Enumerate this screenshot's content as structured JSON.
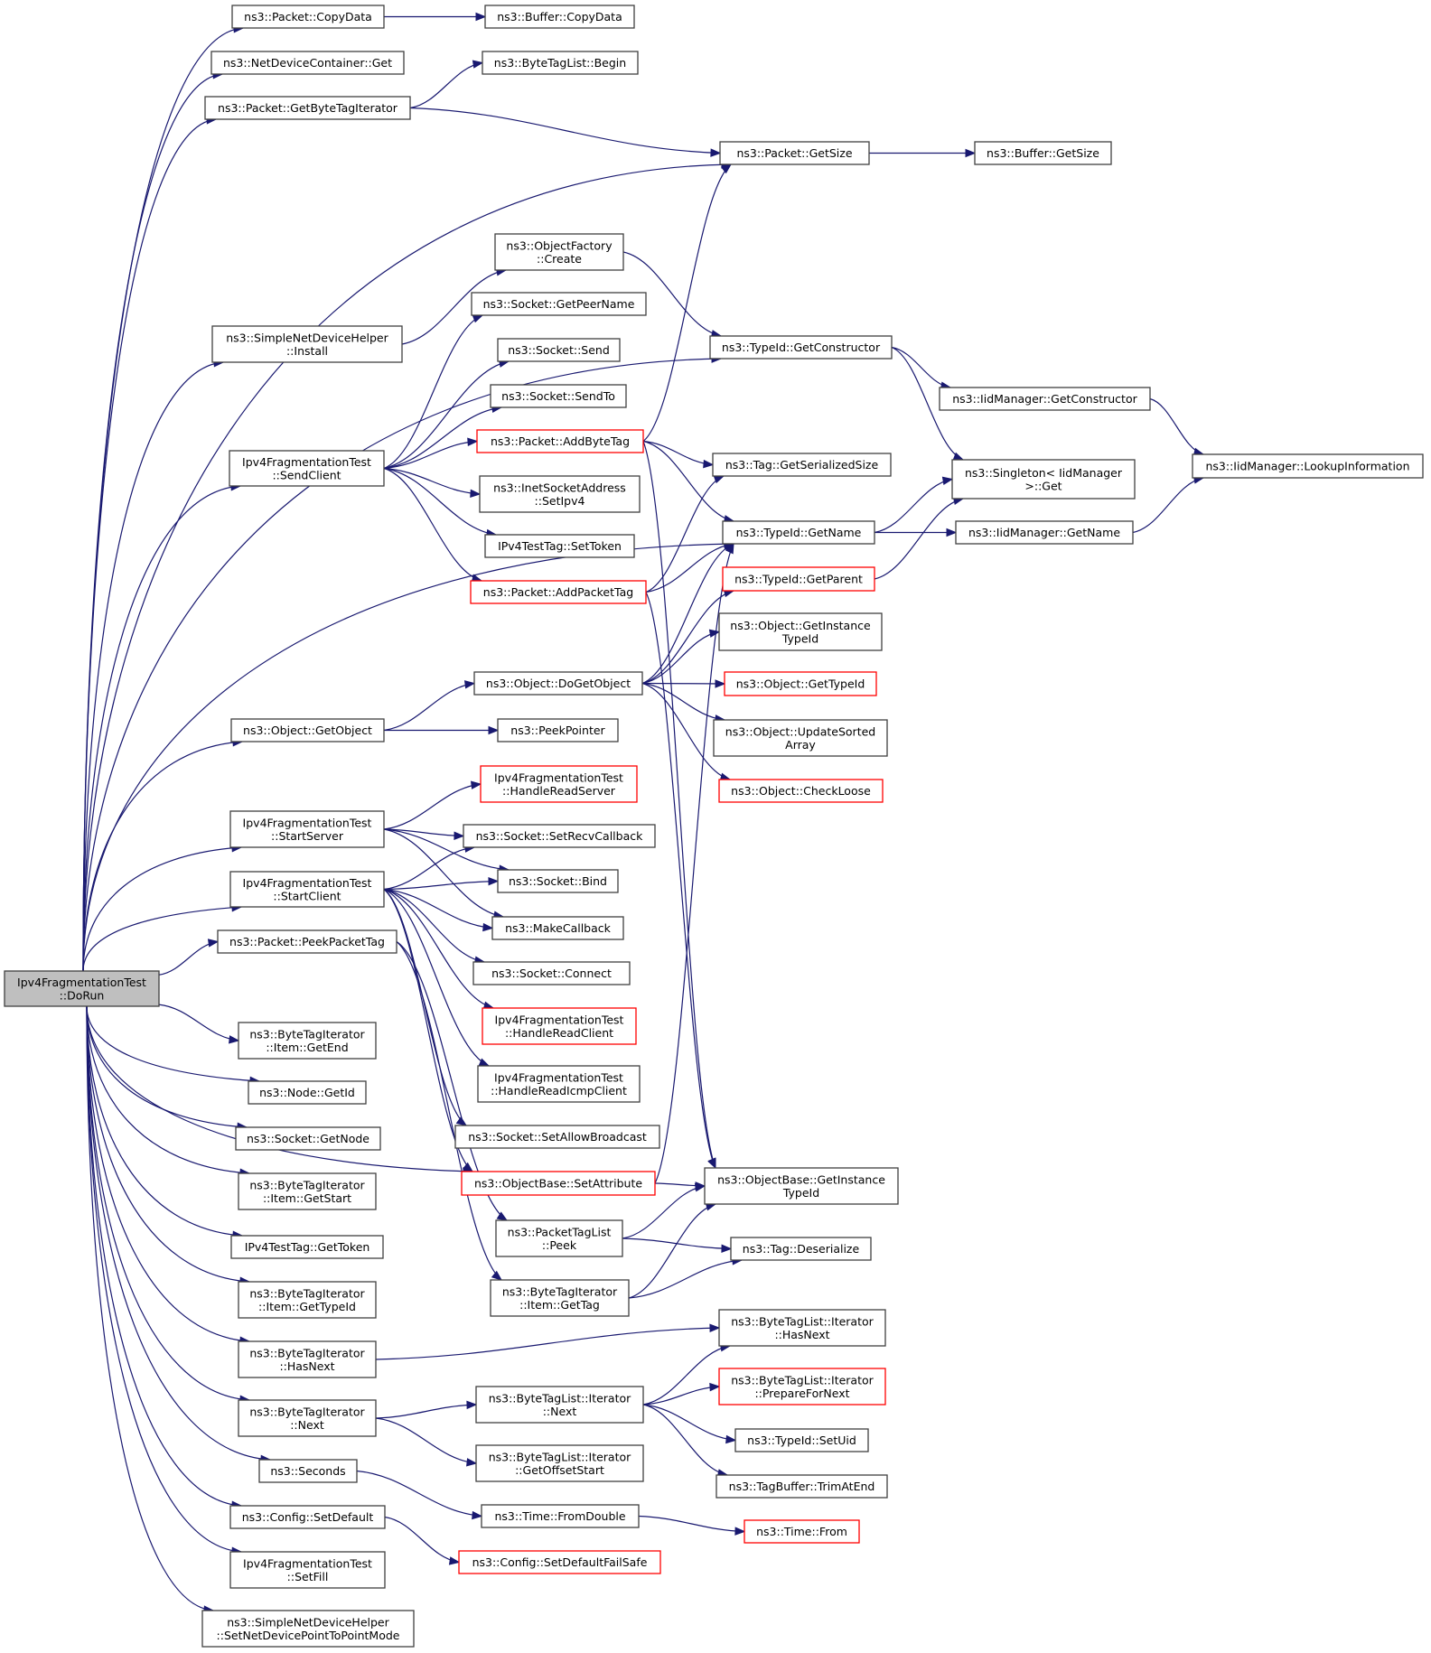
{
  "title": "Call graph: Ipv4FragmentationTest::DoRun",
  "colors": {
    "edge": "#191970",
    "root_fill": "#bfbfbf",
    "missing_doc_border": "#ff0000",
    "border": "#404040"
  },
  "nodes": [
    {
      "id": "dorun",
      "lines": [
        "Ipv4FragmentationTest",
        "::DoRun"
      ],
      "root": true
    },
    {
      "id": "pkt_copydata",
      "lines": [
        "ns3::Packet::CopyData"
      ]
    },
    {
      "id": "ndc_get",
      "lines": [
        "ns3::NetDeviceContainer::Get"
      ]
    },
    {
      "id": "pkt_getbytetagiter",
      "lines": [
        "ns3::Packet::GetByteTagIterator"
      ]
    },
    {
      "id": "buf_copydata",
      "lines": [
        "ns3::Buffer::CopyData"
      ]
    },
    {
      "id": "btl_begin",
      "lines": [
        "ns3::ByteTagList::Begin"
      ]
    },
    {
      "id": "pkt_getsize",
      "lines": [
        "ns3::Packet::GetSize"
      ]
    },
    {
      "id": "buf_getsize",
      "lines": [
        "ns3::Buffer::GetSize"
      ]
    },
    {
      "id": "objfactory_create",
      "lines": [
        "ns3::ObjectFactory",
        "::Create"
      ]
    },
    {
      "id": "sndh_install",
      "lines": [
        "ns3::SimpleNetDeviceHelper",
        "::Install"
      ]
    },
    {
      "id": "sock_getpeername",
      "lines": [
        "ns3::Socket::GetPeerName"
      ]
    },
    {
      "id": "sock_send",
      "lines": [
        "ns3::Socket::Send"
      ]
    },
    {
      "id": "sock_sendto",
      "lines": [
        "ns3::Socket::SendTo"
      ]
    },
    {
      "id": "pkt_addbytetag",
      "lines": [
        "ns3::Packet::AddByteTag"
      ],
      "red": true
    },
    {
      "id": "typeid_getconstructor",
      "lines": [
        "ns3::TypeId::GetConstructor"
      ]
    },
    {
      "id": "iid_getconstructor",
      "lines": [
        "ns3::IidManager::GetConstructor"
      ]
    },
    {
      "id": "iid_lookupinfo",
      "lines": [
        "ns3::IidManager::LookupInformation"
      ]
    },
    {
      "id": "singleton_get",
      "lines": [
        "ns3::Singleton< IidManager",
        ">::Get"
      ]
    },
    {
      "id": "tag_getserializedsize",
      "lines": [
        "ns3::Tag::GetSerializedSize"
      ]
    },
    {
      "id": "sendclient",
      "lines": [
        "Ipv4FragmentationTest",
        "::SendClient"
      ]
    },
    {
      "id": "inetsock_setipv4",
      "lines": [
        "ns3::InetSocketAddress",
        "::SetIpv4"
      ]
    },
    {
      "id": "typeid_getname",
      "lines": [
        "ns3::TypeId::GetName"
      ]
    },
    {
      "id": "iid_getname",
      "lines": [
        "ns3::IidManager::GetName"
      ]
    },
    {
      "id": "testtag_settoken",
      "lines": [
        "IPv4TestTag::SetToken"
      ]
    },
    {
      "id": "pkt_addpackettag",
      "lines": [
        "ns3::Packet::AddPacketTag"
      ],
      "red": true
    },
    {
      "id": "typeid_getparent",
      "lines": [
        "ns3::TypeId::GetParent"
      ],
      "red": true
    },
    {
      "id": "obj_getinstancetypeid",
      "lines": [
        "ns3::Object::GetInstance",
        "TypeId"
      ]
    },
    {
      "id": "obj_dogetobject",
      "lines": [
        "ns3::Object::DoGetObject"
      ]
    },
    {
      "id": "obj_gettypeid",
      "lines": [
        "ns3::Object::GetTypeId"
      ],
      "red": true
    },
    {
      "id": "obj_getobject",
      "lines": [
        "ns3::Object::GetObject"
      ]
    },
    {
      "id": "peekpointer",
      "lines": [
        "ns3::PeekPointer"
      ]
    },
    {
      "id": "obj_updatesortedarray",
      "lines": [
        "ns3::Object::UpdateSorted",
        "Array"
      ]
    },
    {
      "id": "handlereadserver",
      "lines": [
        "Ipv4FragmentationTest",
        "::HandleReadServer"
      ],
      "red": true
    },
    {
      "id": "obj_checkloose",
      "lines": [
        "ns3::Object::CheckLoose"
      ],
      "red": true
    },
    {
      "id": "startserver",
      "lines": [
        "Ipv4FragmentationTest",
        "::StartServer"
      ]
    },
    {
      "id": "sock_setrecvcallback",
      "lines": [
        "ns3::Socket::SetRecvCallback"
      ]
    },
    {
      "id": "startclient",
      "lines": [
        "Ipv4FragmentationTest",
        "::StartClient"
      ]
    },
    {
      "id": "sock_bind",
      "lines": [
        "ns3::Socket::Bind"
      ]
    },
    {
      "id": "makecallback",
      "lines": [
        "ns3::MakeCallback"
      ]
    },
    {
      "id": "pkt_peekpackettag",
      "lines": [
        "ns3::Packet::PeekPacketTag"
      ]
    },
    {
      "id": "sock_connect",
      "lines": [
        "ns3::Socket::Connect"
      ]
    },
    {
      "id": "handlereadclient",
      "lines": [
        "Ipv4FragmentationTest",
        "::HandleReadClient"
      ],
      "red": true
    },
    {
      "id": "bti_item_getend",
      "lines": [
        "ns3::ByteTagIterator",
        "::Item::GetEnd"
      ]
    },
    {
      "id": "handlereadicmpclient",
      "lines": [
        "Ipv4FragmentationTest",
        "::HandleReadIcmpClient"
      ]
    },
    {
      "id": "node_getid",
      "lines": [
        "ns3::Node::GetId"
      ]
    },
    {
      "id": "sock_setallowbroadcast",
      "lines": [
        "ns3::Socket::SetAllowBroadcast"
      ]
    },
    {
      "id": "sock_getnode",
      "lines": [
        "ns3::Socket::GetNode"
      ]
    },
    {
      "id": "objbase_setattribute",
      "lines": [
        "ns3::ObjectBase::SetAttribute"
      ],
      "red": true
    },
    {
      "id": "objbase_getinstancetypeid",
      "lines": [
        "ns3::ObjectBase::GetInstance",
        "TypeId"
      ]
    },
    {
      "id": "bti_item_getstart",
      "lines": [
        "ns3::ByteTagIterator",
        "::Item::GetStart"
      ]
    },
    {
      "id": "ptl_peek",
      "lines": [
        "ns3::PacketTagList",
        "::Peek"
      ]
    },
    {
      "id": "tag_deserialize",
      "lines": [
        "ns3::Tag::Deserialize"
      ]
    },
    {
      "id": "testtag_gettoken",
      "lines": [
        "IPv4TestTag::GetToken"
      ]
    },
    {
      "id": "bti_item_gettag",
      "lines": [
        "ns3::ByteTagIterator",
        "::Item::GetTag"
      ]
    },
    {
      "id": "bti_item_gettypeid",
      "lines": [
        "ns3::ByteTagIterator",
        "::Item::GetTypeId"
      ]
    },
    {
      "id": "btl_iter_hasnext",
      "lines": [
        "ns3::ByteTagList::Iterator",
        "::HasNext"
      ]
    },
    {
      "id": "bti_hasnext",
      "lines": [
        "ns3::ByteTagIterator",
        "::HasNext"
      ]
    },
    {
      "id": "btl_iter_preparefornext",
      "lines": [
        "ns3::ByteTagList::Iterator",
        "::PrepareForNext"
      ],
      "red": true
    },
    {
      "id": "btl_iter_next",
      "lines": [
        "ns3::ByteTagList::Iterator",
        "::Next"
      ]
    },
    {
      "id": "bti_next",
      "lines": [
        "ns3::ByteTagIterator",
        "::Next"
      ]
    },
    {
      "id": "typeid_setuid",
      "lines": [
        "ns3::TypeId::SetUid"
      ]
    },
    {
      "id": "btl_iter_getoffsetstart",
      "lines": [
        "ns3::ByteTagList::Iterator",
        "::GetOffsetStart"
      ]
    },
    {
      "id": "seconds",
      "lines": [
        "ns3::Seconds"
      ]
    },
    {
      "id": "tagbuffer_trimatend",
      "lines": [
        "ns3::TagBuffer::TrimAtEnd"
      ]
    },
    {
      "id": "time_fromdouble",
      "lines": [
        "ns3::Time::FromDouble"
      ]
    },
    {
      "id": "config_setdefault",
      "lines": [
        "ns3::Config::SetDefault"
      ]
    },
    {
      "id": "time_from",
      "lines": [
        "ns3::Time::From"
      ],
      "red": true
    },
    {
      "id": "config_setdefaultfailsafe",
      "lines": [
        "ns3::Config::SetDefaultFailSafe"
      ],
      "red": true
    },
    {
      "id": "setfill",
      "lines": [
        "Ipv4FragmentationTest",
        "::SetFill"
      ]
    },
    {
      "id": "sndh_setp2p",
      "lines": [
        "ns3::SimpleNetDeviceHelper",
        "::SetNetDevicePointToPointMode"
      ]
    }
  ],
  "edges": [
    [
      "dorun",
      "pkt_copydata"
    ],
    [
      "dorun",
      "ndc_get"
    ],
    [
      "dorun",
      "pkt_getbytetagiter"
    ],
    [
      "dorun",
      "pkt_getsize"
    ],
    [
      "dorun",
      "typeid_getconstructor"
    ],
    [
      "dorun",
      "sndh_install"
    ],
    [
      "dorun",
      "sendclient"
    ],
    [
      "dorun",
      "typeid_getname"
    ],
    [
      "dorun",
      "obj_getobject"
    ],
    [
      "dorun",
      "startserver"
    ],
    [
      "dorun",
      "startclient"
    ],
    [
      "dorun",
      "pkt_peekpackettag"
    ],
    [
      "dorun",
      "objbase_setattribute"
    ],
    [
      "dorun",
      "bti_item_getend"
    ],
    [
      "dorun",
      "node_getid"
    ],
    [
      "dorun",
      "sock_getnode"
    ],
    [
      "dorun",
      "bti_item_getstart"
    ],
    [
      "dorun",
      "testtag_gettoken"
    ],
    [
      "dorun",
      "bti_item_gettypeid"
    ],
    [
      "dorun",
      "bti_hasnext"
    ],
    [
      "dorun",
      "bti_next"
    ],
    [
      "dorun",
      "seconds"
    ],
    [
      "dorun",
      "config_setdefault"
    ],
    [
      "dorun",
      "setfill"
    ],
    [
      "dorun",
      "sndh_setp2p"
    ],
    [
      "pkt_copydata",
      "buf_copydata"
    ],
    [
      "pkt_getbytetagiter",
      "btl_begin"
    ],
    [
      "pkt_getbytetagiter",
      "pkt_getsize"
    ],
    [
      "pkt_getsize",
      "buf_getsize"
    ],
    [
      "sndh_install",
      "objfactory_create"
    ],
    [
      "objfactory_create",
      "typeid_getconstructor"
    ],
    [
      "sendclient",
      "sock_getpeername"
    ],
    [
      "sendclient",
      "sock_send"
    ],
    [
      "sendclient",
      "sock_sendto"
    ],
    [
      "sendclient",
      "pkt_addbytetag"
    ],
    [
      "sendclient",
      "inetsock_setipv4"
    ],
    [
      "sendclient",
      "testtag_settoken"
    ],
    [
      "sendclient",
      "pkt_addpackettag"
    ],
    [
      "pkt_addbytetag",
      "pkt_getsize"
    ],
    [
      "pkt_addbytetag",
      "tag_getserializedsize"
    ],
    [
      "pkt_addbytetag",
      "typeid_getname"
    ],
    [
      "pkt_addbytetag",
      "objbase_getinstancetypeid"
    ],
    [
      "pkt_addpackettag",
      "tag_getserializedsize"
    ],
    [
      "pkt_addpackettag",
      "typeid_getname"
    ],
    [
      "pkt_addpackettag",
      "objbase_getinstancetypeid"
    ],
    [
      "typeid_getconstructor",
      "iid_getconstructor"
    ],
    [
      "typeid_getconstructor",
      "singleton_get"
    ],
    [
      "iid_getconstructor",
      "iid_lookupinfo"
    ],
    [
      "typeid_getname",
      "singleton_get"
    ],
    [
      "typeid_getname",
      "iid_getname"
    ],
    [
      "iid_getname",
      "iid_lookupinfo"
    ],
    [
      "typeid_getparent",
      "singleton_get"
    ],
    [
      "obj_getobject",
      "obj_dogetobject"
    ],
    [
      "obj_getobject",
      "peekpointer"
    ],
    [
      "obj_dogetobject",
      "typeid_getname"
    ],
    [
      "obj_dogetobject",
      "typeid_getparent"
    ],
    [
      "obj_dogetobject",
      "obj_getinstancetypeid"
    ],
    [
      "obj_dogetobject",
      "obj_gettypeid"
    ],
    [
      "obj_dogetobject",
      "obj_updatesortedarray"
    ],
    [
      "obj_dogetobject",
      "obj_checkloose"
    ],
    [
      "startserver",
      "handlereadserver"
    ],
    [
      "startserver",
      "sock_setrecvcallback"
    ],
    [
      "startserver",
      "sock_bind"
    ],
    [
      "startserver",
      "makecallback"
    ],
    [
      "startclient",
      "sock_setrecvcallback"
    ],
    [
      "startclient",
      "sock_bind"
    ],
    [
      "startclient",
      "makecallback"
    ],
    [
      "startclient",
      "sock_connect"
    ],
    [
      "startclient",
      "handlereadclient"
    ],
    [
      "startclient",
      "handlereadicmpclient"
    ],
    [
      "startclient",
      "sock_setallowbroadcast"
    ],
    [
      "startclient",
      "objbase_setattribute"
    ],
    [
      "pkt_peekpackettag",
      "ptl_peek"
    ],
    [
      "pkt_peekpackettag",
      "bti_item_gettag"
    ],
    [
      "objbase_setattribute",
      "objbase_getinstancetypeid"
    ],
    [
      "objbase_setattribute",
      "typeid_getname"
    ],
    [
      "ptl_peek",
      "objbase_getinstancetypeid"
    ],
    [
      "ptl_peek",
      "tag_deserialize"
    ],
    [
      "bti_item_gettag",
      "objbase_getinstancetypeid"
    ],
    [
      "bti_item_gettag",
      "tag_deserialize"
    ],
    [
      "bti_hasnext",
      "btl_iter_hasnext"
    ],
    [
      "bti_next",
      "btl_iter_next"
    ],
    [
      "bti_next",
      "btl_iter_getoffsetstart"
    ],
    [
      "btl_iter_next",
      "btl_iter_hasnext"
    ],
    [
      "btl_iter_next",
      "btl_iter_preparefornext"
    ],
    [
      "btl_iter_next",
      "typeid_setuid"
    ],
    [
      "btl_iter_next",
      "tagbuffer_trimatend"
    ],
    [
      "seconds",
      "time_fromdouble"
    ],
    [
      "time_fromdouble",
      "time_from"
    ],
    [
      "config_setdefault",
      "config_setdefaultfailsafe"
    ]
  ]
}
